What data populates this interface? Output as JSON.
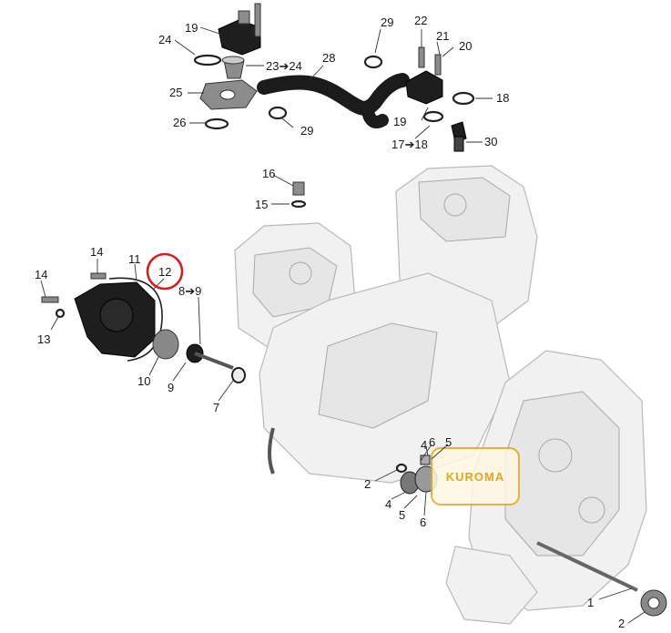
{
  "callouts": [
    {
      "id": "c19a",
      "text": "19"
    },
    {
      "id": "c24",
      "text": "24"
    },
    {
      "id": "c23",
      "text": "23➔24"
    },
    {
      "id": "c25",
      "text": "25"
    },
    {
      "id": "c26",
      "text": "26"
    },
    {
      "id": "c28",
      "text": "28"
    },
    {
      "id": "c29a",
      "text": "29"
    },
    {
      "id": "c29b",
      "text": "29"
    },
    {
      "id": "c22",
      "text": "22"
    },
    {
      "id": "c21",
      "text": "21"
    },
    {
      "id": "c20",
      "text": "20"
    },
    {
      "id": "c18",
      "text": "18"
    },
    {
      "id": "c19b",
      "text": "19"
    },
    {
      "id": "c1718",
      "text": "17➔18"
    },
    {
      "id": "c30",
      "text": "30"
    },
    {
      "id": "c16",
      "text": "16"
    },
    {
      "id": "c15",
      "text": "15"
    },
    {
      "id": "c14a",
      "text": "14"
    },
    {
      "id": "c14b",
      "text": "14"
    },
    {
      "id": "c11",
      "text": "11"
    },
    {
      "id": "c12",
      "text": "12"
    },
    {
      "id": "c89",
      "text": "8➔9"
    },
    {
      "id": "c13",
      "text": "13"
    },
    {
      "id": "c10",
      "text": "10"
    },
    {
      "id": "c9",
      "text": "9"
    },
    {
      "id": "c7",
      "text": "7"
    },
    {
      "id": "c6a",
      "text": "6"
    },
    {
      "id": "c5a",
      "text": "5"
    },
    {
      "id": "c2a",
      "text": "2"
    },
    {
      "id": "c4a",
      "text": "4"
    },
    {
      "id": "c4b",
      "text": "4"
    },
    {
      "id": "c5b",
      "text": "5"
    },
    {
      "id": "c6b",
      "text": "6"
    },
    {
      "id": "c1",
      "text": "1"
    },
    {
      "id": "c2b",
      "text": "2"
    }
  ],
  "watermark": {
    "text": "KUROMA"
  },
  "highlight": {
    "callout": "12",
    "color": "#d42020"
  }
}
